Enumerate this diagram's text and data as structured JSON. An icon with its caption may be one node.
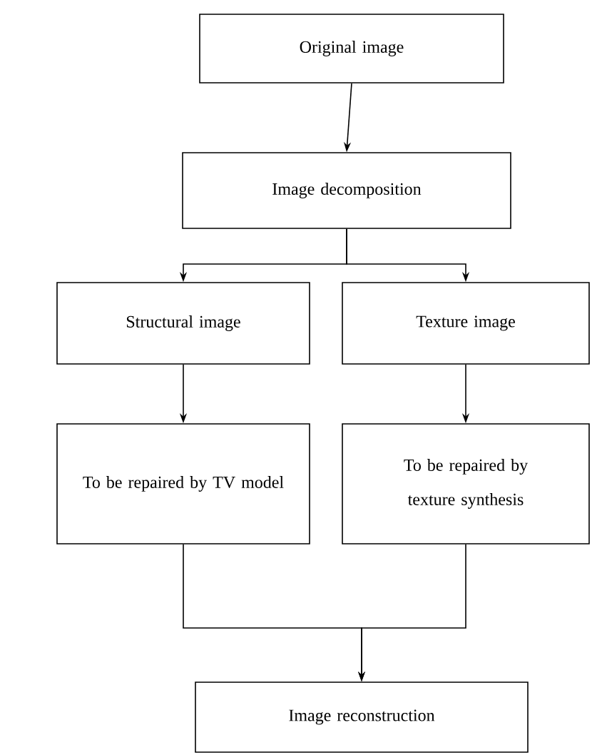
{
  "diagram": {
    "nodes": [
      {
        "text": [
          "Original image"
        ]
      },
      {
        "text": [
          "Image decomposition"
        ]
      },
      {
        "text": [
          "Structural image"
        ]
      },
      {
        "text": [
          "Texture image"
        ]
      },
      {
        "text": [
          "To be repaired by TV model"
        ]
      },
      {
        "text": [
          "To be repaired by texture synthesis"
        ]
      },
      {
        "text": [
          "Image reconstruction"
        ]
      }
    ],
    "edges": [
      {
        "from": 0,
        "to": 1,
        "arrow": "to"
      },
      {
        "from": 1,
        "to": 2,
        "arrow": "to"
      },
      {
        "from": 1,
        "to": 3,
        "arrow": "to"
      },
      {
        "from": 2,
        "to": 4,
        "arrow": "to"
      },
      {
        "from": 3,
        "to": 5,
        "arrow": "to"
      },
      {
        "from": 4,
        "to": 6,
        "arrow": "to"
      },
      {
        "from": 5,
        "to": 6,
        "arrow": "to"
      }
    ]
  }
}
